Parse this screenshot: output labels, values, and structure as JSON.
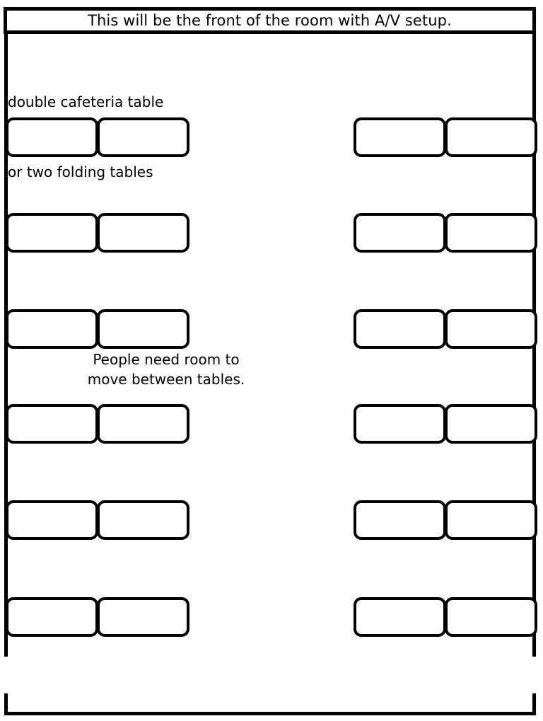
{
  "header": {
    "text": "This will be the front of the room with A/V setup."
  },
  "notes": {
    "double_cafeteria": "double cafeteria table",
    "folding_tables": "or two folding tables",
    "move_between_line1": "People need room to",
    "move_between_line2": "move between tables."
  },
  "room": {
    "wall_color": "#000000",
    "floor_color": "#ffffff",
    "has_bottom_doorway": true
  },
  "layout": {
    "columns": [
      "left",
      "right"
    ],
    "rows": 6,
    "tables_per_pair": 2,
    "total_tables": 24
  },
  "tables": {
    "left_column": [
      {
        "row": 1,
        "units": [
          "table",
          "table"
        ]
      },
      {
        "row": 2,
        "units": [
          "table",
          "table"
        ]
      },
      {
        "row": 3,
        "units": [
          "table",
          "table"
        ]
      },
      {
        "row": 4,
        "units": [
          "table",
          "table"
        ]
      },
      {
        "row": 5,
        "units": [
          "table",
          "table"
        ]
      },
      {
        "row": 6,
        "units": [
          "table",
          "table"
        ]
      }
    ],
    "right_column": [
      {
        "row": 1,
        "units": [
          "table",
          "table"
        ]
      },
      {
        "row": 2,
        "units": [
          "table",
          "table"
        ]
      },
      {
        "row": 3,
        "units": [
          "table",
          "table"
        ]
      },
      {
        "row": 4,
        "units": [
          "table",
          "table"
        ]
      },
      {
        "row": 5,
        "units": [
          "table",
          "table"
        ]
      },
      {
        "row": 6,
        "units": [
          "table",
          "table"
        ]
      }
    ]
  }
}
